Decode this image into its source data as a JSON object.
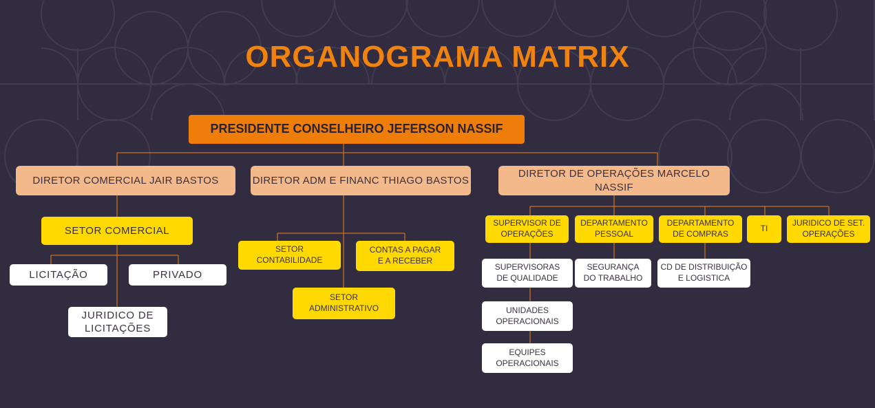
{
  "title": "ORGANOGRAMA MATRIX",
  "colors": {
    "background": "#322c40",
    "accent": "#f0820f",
    "director": "#f4b98a",
    "yellow": "#ffd900",
    "white": "#ffffff",
    "line": "#f0820f"
  },
  "president": "PRESIDENTE CONSELHEIRO JEFERSON NASSIF",
  "directors": {
    "comercial": "DIRETOR COMERCIAL JAIR BASTOS",
    "adm": "DIRETOR ADM E FINANC THIAGO BASTOS",
    "operacoes": "DIRETOR DE OPERAÇÕES MARCELO NASSIF"
  },
  "comercial": {
    "setor": "SETOR COMERCIAL",
    "licitacao": "LICITAÇÃO",
    "privado": "PRIVADO",
    "juridico": "JURIDICO DE LICITAÇÕES"
  },
  "adm": {
    "contabilidade": "SETOR CONTABILIDADE",
    "contas": "CONTAS A PAGAR E A RECEBER",
    "administrativo": "SETOR ADMINISTRATIVO"
  },
  "operacoes": {
    "supervisor": "SUPERVISOR DE OPERAÇÕES",
    "pessoal": "DEPARTAMENTO PESSOAL",
    "compras": "DEPARTAMENTO DE COMPRAS",
    "ti": "TI",
    "juridico": "JURIDICO DE SET. OPERAÇÕES",
    "supervisoras": "SUPERVISORAS DE QUALIDADE",
    "unidades": "UNIDADES OPERACIONAIS",
    "equipes": "EQUIPES OPERACIONAIS",
    "seguranca": "SEGURANÇA DO TRABALHO",
    "cd": "CD DE DISTRIBUIÇÃO E LOGISTICA"
  }
}
